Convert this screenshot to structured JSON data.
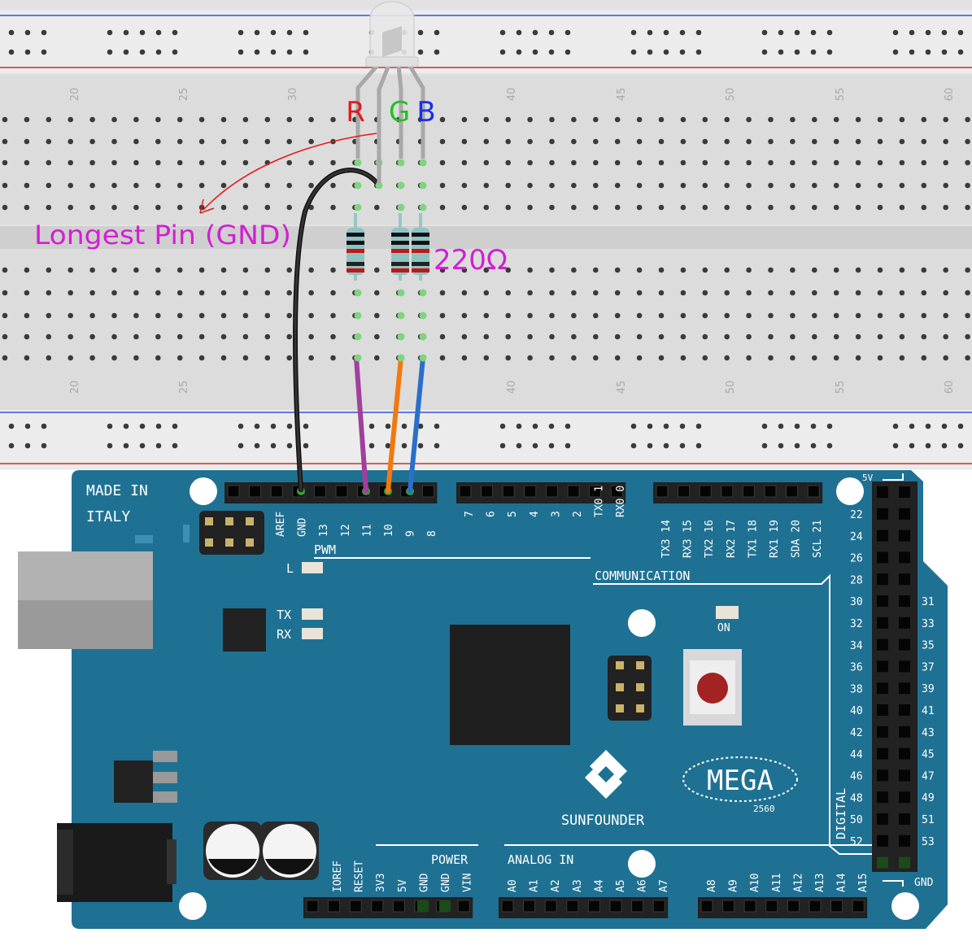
{
  "breadboard": {
    "top_numbers": [
      "20",
      "25",
      "30",
      "40",
      "45",
      "50",
      "55",
      "60"
    ],
    "bottom_numbers": [
      "20",
      "25",
      "40",
      "45",
      "50",
      "55",
      "60"
    ]
  },
  "led": {
    "label_r": "R",
    "label_g": "G",
    "label_b": "B"
  },
  "annotations": {
    "longest_pin": "Longest Pin (GND)",
    "resistor": "220Ω"
  },
  "colors": {
    "board": "#1f7193",
    "breadboard": "#dcdcdc",
    "wire_gnd": "#222222",
    "wire_red": "#a0409c",
    "wire_green": "#f07a10",
    "wire_blue": "#2a6fc9",
    "label_red": "#e11a1a",
    "label_green": "#1ec21e",
    "label_blue": "#1a2ee6",
    "annotation": "#d21fd2"
  },
  "board": {
    "made_in": "MADE IN",
    "italy": "ITALY",
    "pwm": "PWM",
    "communication": "COMMUNICATION",
    "power": "POWER",
    "analog_in": "ANALOG IN",
    "digital": "DIGITAL",
    "brand": "SUNFOUNDER",
    "model": "MEGA",
    "model_sub": "2560",
    "on": "ON",
    "led_l": "L",
    "led_tx": "TX",
    "led_rx": "RX",
    "gnd_bottom": "GND",
    "five_v": "5V",
    "header_top_a": [
      "AREF",
      "GND",
      "13",
      "12",
      "11",
      "10",
      "9",
      "8"
    ],
    "header_top_b": [
      "7",
      "6",
      "5",
      "4",
      "3",
      "2",
      "TX0 1",
      "RX0 0"
    ],
    "header_top_c": [
      "TX3 14",
      "RX3 15",
      "TX2 16",
      "RX2 17",
      "TX1 18",
      "RX1 19",
      "SDA 20",
      "SCL 21"
    ],
    "power_pins": [
      "IOREF",
      "RESET",
      "3V3",
      "5V",
      "GND",
      "GND",
      "VIN"
    ],
    "analog_a": [
      "A0",
      "A1",
      "A2",
      "A3",
      "A4",
      "A5",
      "A6",
      "A7"
    ],
    "analog_b": [
      "A8",
      "A9",
      "A10",
      "A11",
      "A12",
      "A13",
      "A14",
      "A15"
    ],
    "digital_left": [
      "22",
      "24",
      "26",
      "28",
      "30",
      "32",
      "34",
      "36",
      "38",
      "40",
      "42",
      "44",
      "46",
      "48",
      "50",
      "52"
    ],
    "digital_right": [
      "31",
      "33",
      "35",
      "37",
      "39",
      "41",
      "43",
      "45",
      "47",
      "49",
      "51",
      "53"
    ]
  }
}
